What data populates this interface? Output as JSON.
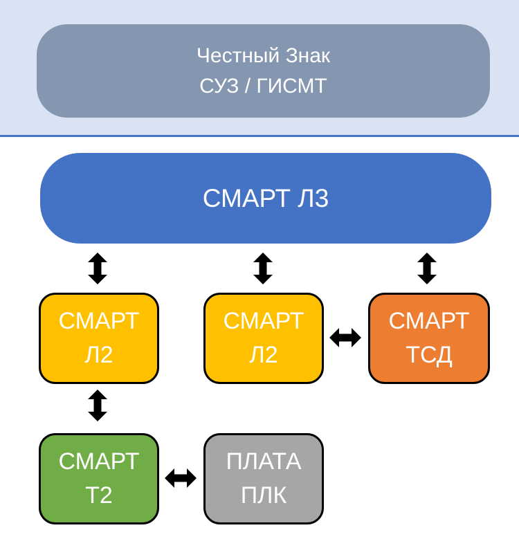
{
  "colors": {
    "header_band_bg": "#dae3f3",
    "divider": "#4472c4",
    "header_box": "#8496b0",
    "smart_l3": "#4472c4",
    "smart_l2": "#ffc000",
    "smart_tsd": "#ed7d31",
    "smart_t2": "#70ad47",
    "plata_plk": "#a6a6a6",
    "node_border": "#000000",
    "arrow": "#000000",
    "text": "#ffffff"
  },
  "header_node": {
    "line1": "Честный Знак",
    "line2": "СУЗ / ГИСМТ"
  },
  "nodes": {
    "smart_l3": {
      "label": "СМАРТ Л3"
    },
    "smart_l2_left": {
      "line1": "СМАРТ",
      "line2": "Л2"
    },
    "smart_l2_mid": {
      "line1": "СМАРТ",
      "line2": "Л2"
    },
    "smart_tsd": {
      "line1": "СМАРТ",
      "line2": "ТСД"
    },
    "smart_t2": {
      "line1": "СМАРТ",
      "line2": "Т2"
    },
    "plata_plk": {
      "line1": "ПЛАТА",
      "line2": "ПЛК"
    }
  },
  "connections": [
    {
      "from": "Честный Знак СУЗ / ГИСМТ",
      "to": "СМАРТ Л3",
      "style": "section-divider"
    },
    {
      "from": "СМАРТ Л3",
      "to": "СМАРТ Л2 (левый)",
      "style": "double-arrow-vertical"
    },
    {
      "from": "СМАРТ Л3",
      "to": "СМАРТ Л2 (средний)",
      "style": "double-arrow-vertical"
    },
    {
      "from": "СМАРТ Л3",
      "to": "СМАРТ ТСД",
      "style": "double-arrow-vertical"
    },
    {
      "from": "СМАРТ Л2 (средний)",
      "to": "СМАРТ ТСД",
      "style": "double-arrow-horizontal"
    },
    {
      "from": "СМАРТ Л2 (левый)",
      "to": "СМАРТ Т2",
      "style": "double-arrow-vertical"
    },
    {
      "from": "СМАРТ Т2",
      "to": "ПЛАТА ПЛК",
      "style": "double-arrow-horizontal"
    }
  ]
}
